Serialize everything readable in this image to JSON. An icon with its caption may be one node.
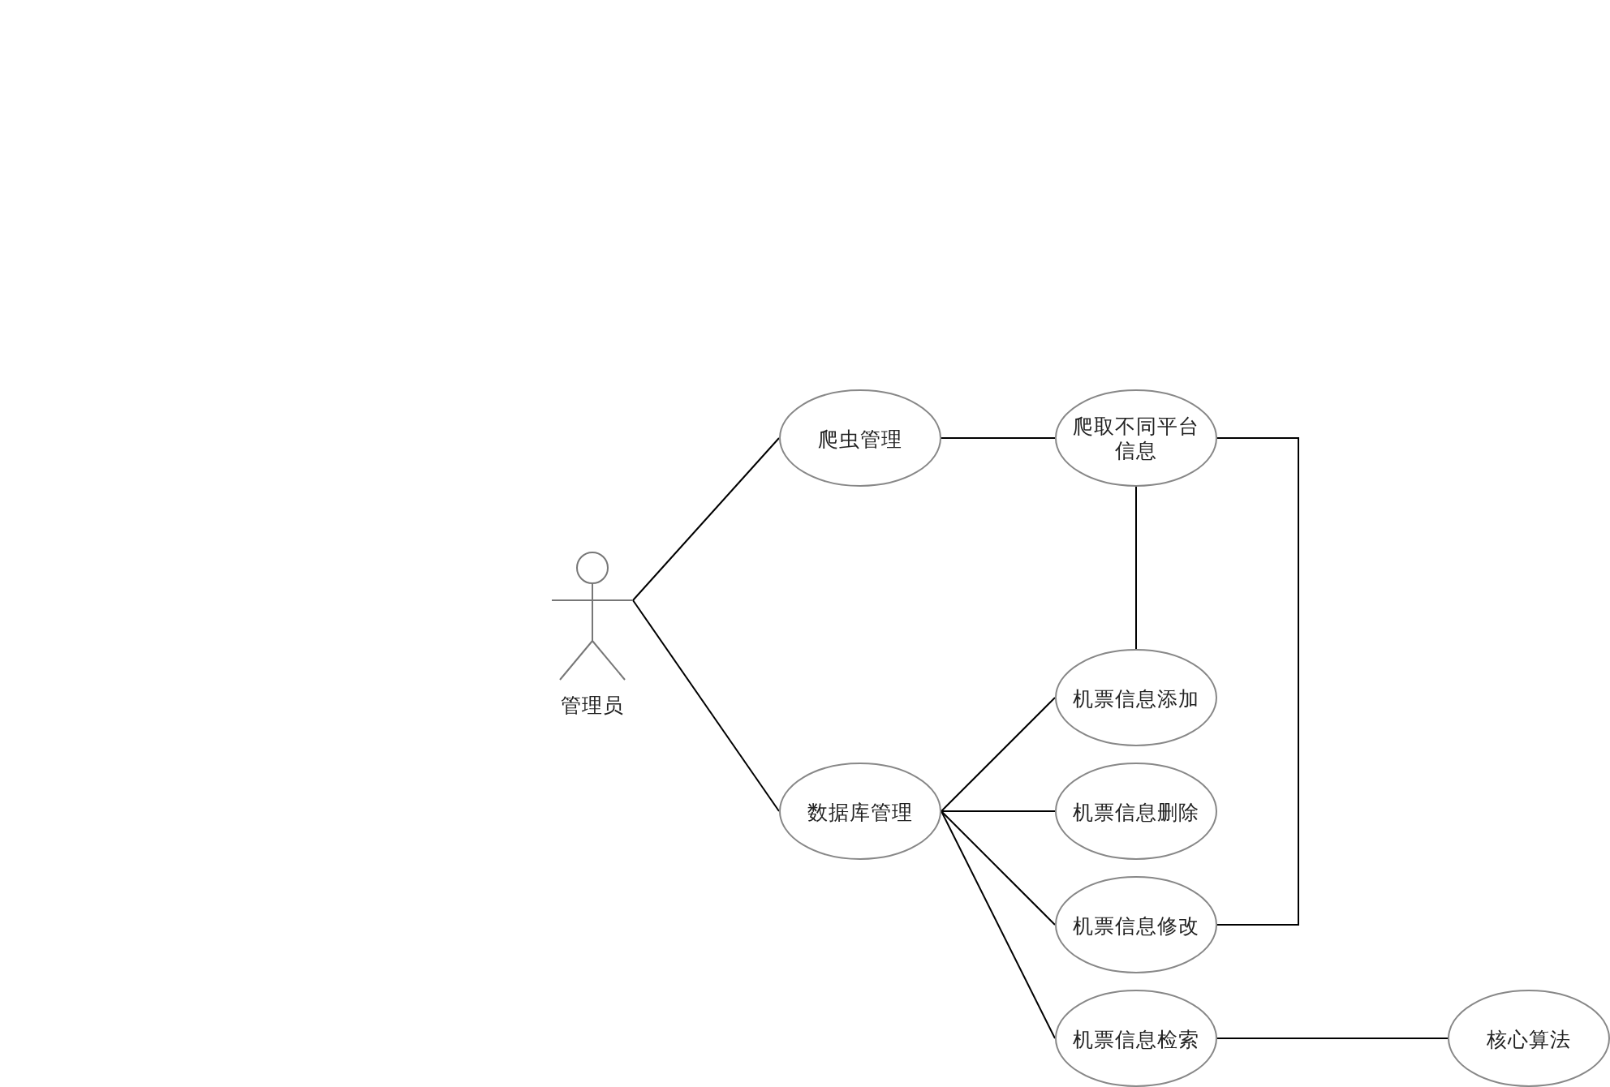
{
  "diagram": {
    "nodes": [
      {
        "text": [
          "管理员"
        ]
      },
      {
        "text": [
          "爬虫管理"
        ]
      },
      {
        "text": [
          "爬取不同平台信息"
        ]
      },
      {
        "text": [
          "数据库管理"
        ]
      },
      {
        "text": [
          "机票信息添加"
        ]
      },
      {
        "text": [
          "机票信息删除"
        ]
      },
      {
        "text": [
          "机票信息修改"
        ]
      },
      {
        "text": [
          "机票信息检索"
        ]
      },
      {
        "text": [
          "核心算法"
        ]
      }
    ],
    "edges": [
      {
        "from": 0,
        "to": 1,
        "arrow": "none"
      },
      {
        "from": 0,
        "to": 3,
        "arrow": "none"
      },
      {
        "from": 1,
        "to": 2,
        "arrow": "none"
      },
      {
        "from": 2,
        "to": 4,
        "arrow": "none"
      },
      {
        "from": 2,
        "to": 6,
        "arrow": "none"
      },
      {
        "from": 3,
        "to": 4,
        "arrow": "none"
      },
      {
        "from": 3,
        "to": 5,
        "arrow": "none"
      },
      {
        "from": 3,
        "to": 6,
        "arrow": "none"
      },
      {
        "from": 3,
        "to": 7,
        "arrow": "none"
      },
      {
        "from": 7,
        "to": 8,
        "arrow": "none"
      }
    ]
  }
}
